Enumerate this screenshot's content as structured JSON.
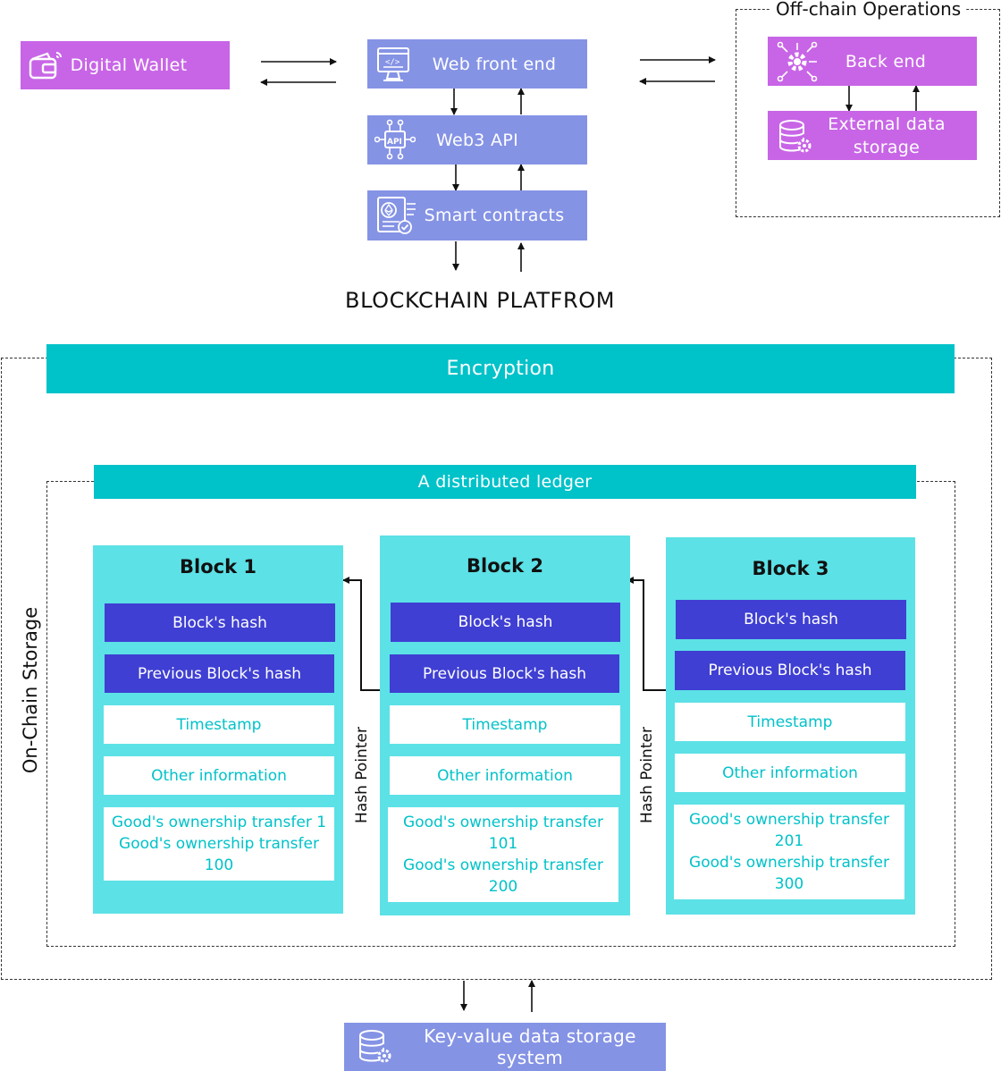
{
  "top": {
    "digital_wallet": "Digital Wallet",
    "web_front_end": "Web front end",
    "web3_api": "Web3 API",
    "smart_contracts": "Smart contracts",
    "platform_title": "BLOCKCHAIN PLATFROM"
  },
  "offchain": {
    "title": "Off-chain Operations",
    "back_end": "Back end",
    "external_storage_line1": "External data",
    "external_storage_line2": "storage"
  },
  "onchain": {
    "label": "On-Chain Storage",
    "encryption": "Encryption",
    "ledger": "A distributed ledger",
    "hash_pointer": "Hash Pointer"
  },
  "blocks": [
    {
      "title": "Block 1",
      "hash": "Block's hash",
      "prev_hash": "Previous Block's hash",
      "timestamp": "Timestamp",
      "other": "Other information",
      "transfers": [
        "Good's ownership transfer 1",
        "Good's ownership transfer",
        "100"
      ]
    },
    {
      "title": "Block 2",
      "hash": "Block's hash",
      "prev_hash": "Previous Block's hash",
      "timestamp": "Timestamp",
      "other": "Other information",
      "transfers": [
        "Good's ownership transfer",
        "101",
        "Good's ownership transfer",
        "200"
      ]
    },
    {
      "title": "Block 3",
      "hash": "Block's hash",
      "prev_hash": "Previous Block's hash",
      "timestamp": "Timestamp",
      "other": "Other information",
      "transfers": [
        "Good's ownership transfer",
        "201",
        "Good's ownership transfer",
        "300"
      ]
    }
  ],
  "bottom": {
    "kv_storage": "Key-value data storage system"
  },
  "colors": {
    "purple": "#c865e6",
    "periwinkle": "#8593e5",
    "teal": "#00c2c9",
    "cyan": "#5ce1e6",
    "indigo": "#3f3fd3"
  },
  "icons": [
    "wallet-icon",
    "code-monitor-icon",
    "api-chip-icon",
    "contract-document-icon",
    "gear-network-icon",
    "database-gear-icon"
  ]
}
